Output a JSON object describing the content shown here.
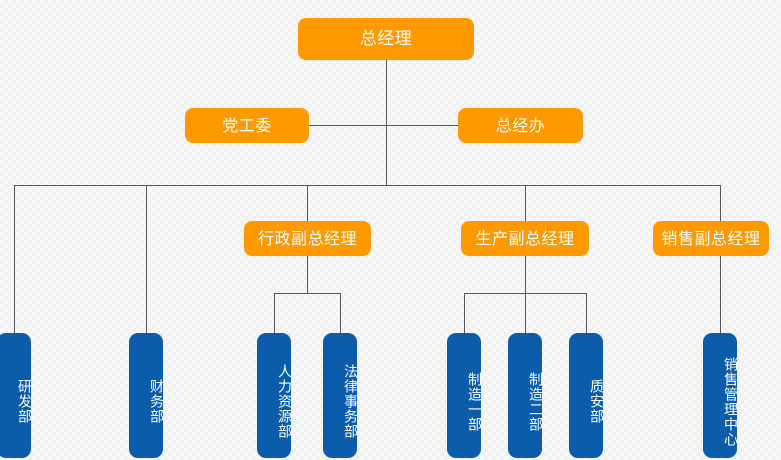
{
  "diagram": {
    "type": "organizational-chart",
    "title": "",
    "colors": {
      "executive_box": "#FF9900",
      "department_box": "#0B5CAB",
      "connector_line": "#595959",
      "text": "#FFFFFF",
      "background": "#F8F8F8"
    },
    "levels": [
      {
        "level": 1,
        "nodes": [
          {
            "id": "gm",
            "label": "总经理",
            "style": "executive"
          }
        ]
      },
      {
        "level": 2,
        "nodes": [
          {
            "id": "party-committee",
            "label": "党工委",
            "style": "executive"
          },
          {
            "id": "gm-office",
            "label": "总经办",
            "style": "executive"
          }
        ]
      },
      {
        "level": 3,
        "nodes": [
          {
            "id": "vp-admin",
            "label": "行政副总经理",
            "style": "executive"
          },
          {
            "id": "vp-production",
            "label": "生产副总经理",
            "style": "executive"
          },
          {
            "id": "vp-sales",
            "label": "销售副总经理",
            "style": "executive"
          }
        ]
      },
      {
        "level": 4,
        "nodes": [
          {
            "id": "rnd",
            "label": "研发部",
            "style": "department",
            "parent": "gm"
          },
          {
            "id": "finance",
            "label": "财务部",
            "style": "department",
            "parent": "gm"
          },
          {
            "id": "hr",
            "label": "人力资源部",
            "style": "department",
            "parent": "vp-admin"
          },
          {
            "id": "legal",
            "label": "法律事务部",
            "style": "department",
            "parent": "vp-admin"
          },
          {
            "id": "manufacturing-1",
            "label": "制造一部",
            "style": "department",
            "parent": "vp-production"
          },
          {
            "id": "manufacturing-2",
            "label": "制造二部",
            "style": "department",
            "parent": "vp-production"
          },
          {
            "id": "quality-safety",
            "label": "质安部",
            "style": "department",
            "parent": "vp-production"
          },
          {
            "id": "sales-center",
            "label": "销售管理中心",
            "style": "department",
            "parent": "vp-sales"
          }
        ]
      }
    ]
  }
}
